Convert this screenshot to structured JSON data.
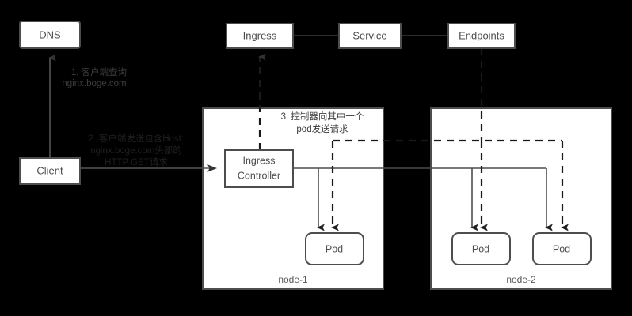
{
  "diagram": {
    "title": "Kubernetes Ingress request flow",
    "background_color": "#000000",
    "box_fill_color": "#ffffff",
    "box_border_color": "#4d4d4d",
    "text_color": "#4d4d4d"
  },
  "boxes": {
    "dns": {
      "label": "DNS"
    },
    "client": {
      "label": "Client"
    },
    "ingress": {
      "label": "Ingress"
    },
    "service": {
      "label": "Service"
    },
    "endpoints": {
      "label": "Endpoints"
    },
    "ingress_controller": {
      "label_line1": "Ingress",
      "label_line2": "Controller"
    }
  },
  "nodes": [
    {
      "label": "node-1",
      "pods": [
        {
          "label": "Pod"
        }
      ]
    },
    {
      "label": "node-2",
      "pods": [
        {
          "label": "Pod"
        },
        {
          "label": "Pod"
        }
      ]
    }
  ],
  "annotations": {
    "step1": {
      "line1": "1. 客户端查询",
      "line2": "nginx.boge.com"
    },
    "step2": {
      "line1": "2. 客户端发送包含Host:",
      "line2": "nginx.boge.com头部的",
      "line3": "HTTP GET请求"
    },
    "step3": {
      "line1": "3. 控制器向其中一个",
      "line2": "pod发送请求"
    }
  }
}
